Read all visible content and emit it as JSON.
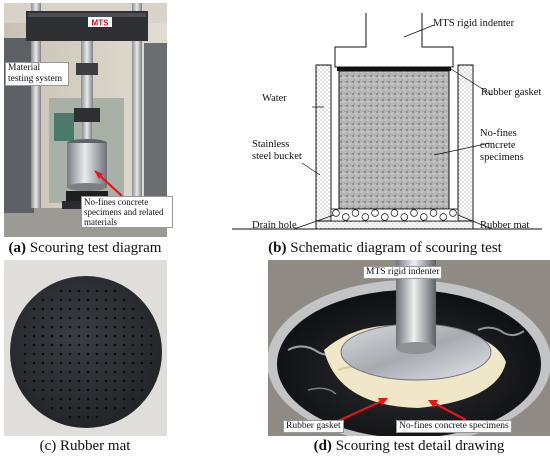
{
  "panel_a": {
    "caption_letter": "(a)",
    "caption_text": "Scouring test diagram",
    "label_system": "Material testing system",
    "label_specimens": "No-fines concrete specimens and related materials",
    "logo_text": "MTS"
  },
  "panel_b": {
    "caption_letter": "(b)",
    "caption_text": "Schematic diagram of scouring test",
    "labels": {
      "indenter": "MTS rigid indenter",
      "water": "Water",
      "gasket": "Rubber gasket",
      "specimens": "No-fines concrete specimens",
      "bucket": "Stainless steel bucket",
      "drain": "Drain hole",
      "mat": "Rubber mat"
    },
    "drain_hole_count": 13
  },
  "panel_c": {
    "caption_letter": "(c)",
    "caption_text": "Rubber mat"
  },
  "panel_d": {
    "caption_letter": "(d)",
    "caption_text": "Scouring test detail drawing",
    "labels": {
      "indenter": "MTS rigid indenter",
      "gasket": "Rubber gasket",
      "specimens": "No-fines concrete specimens"
    }
  },
  "colors": {
    "arrow_red": "#e8141c",
    "mat_black": "#2a2c30",
    "steel": "#b9bdc2"
  }
}
